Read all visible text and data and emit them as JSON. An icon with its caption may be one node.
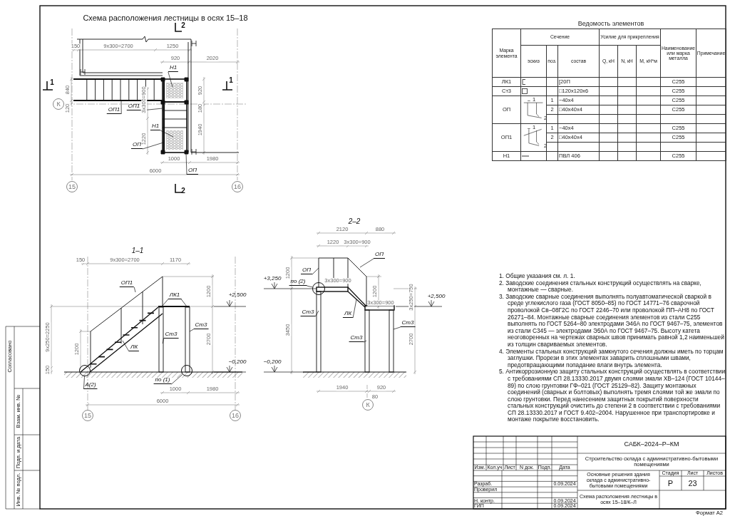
{
  "diagram": {
    "title": "Схема расположения лестницы в осях 15–18",
    "nodes": [
      {
        "text": [
          "Н1"
        ]
      },
      {
        "text": [
          "ОП1"
        ]
      },
      {
        "text": [
          "ОП1"
        ]
      },
      {
        "text": [
          "Н1"
        ]
      },
      {
        "text": [
          "ОП"
        ]
      },
      {
        "text": [
          "ОП"
        ]
      },
      {
        "text": [
          "ОП1"
        ]
      },
      {
        "text": [
          "ЛК1"
        ]
      },
      {
        "text": [
          "ЛК"
        ]
      },
      {
        "text": [
          "Ст3"
        ]
      },
      {
        "text": [
          "Ст3"
        ]
      },
      {
        "text": [
          "А(2)"
        ]
      },
      {
        "text": [
          "по (1)"
        ]
      },
      {
        "text": [
          "ОП"
        ]
      },
      {
        "text": [
          "ОП"
        ]
      },
      {
        "text": [
          "по (2)"
        ]
      },
      {
        "text": [
          "ЛК"
        ]
      },
      {
        "text": [
          "Ст3"
        ]
      },
      {
        "text": [
          "Ст3"
        ]
      },
      {
        "text": [
          "Ст3"
        ]
      },
      {
        "text": [],
        "shape": "circle"
      },
      {
        "text": [],
        "shape": "circle"
      },
      {
        "text": [],
        "shape": "circle"
      }
    ],
    "edges": [
      {
        "from": 0,
        "to": null,
        "arrow": "none"
      },
      {
        "from": 1,
        "to": null,
        "arrow": "none"
      },
      {
        "from": 2,
        "to": null,
        "arrow": "none"
      },
      {
        "from": 3,
        "to": null,
        "arrow": "none"
      },
      {
        "from": 4,
        "to": null,
        "arrow": "none"
      },
      {
        "from": 5,
        "to": null,
        "arrow": "none"
      },
      {
        "from": 6,
        "to": null,
        "arrow": "none"
      },
      {
        "from": 7,
        "to": null,
        "arrow": "none"
      },
      {
        "from": 7,
        "to": null,
        "arrow": "none"
      },
      {
        "from": 8,
        "to": null,
        "arrow": "none"
      },
      {
        "from": 9,
        "to": null,
        "arrow": "none"
      },
      {
        "from": 10,
        "to": null,
        "arrow": "none"
      },
      {
        "from": 11,
        "to": 20,
        "arrow": "none"
      },
      {
        "from": 12,
        "to": 21,
        "arrow": "none"
      },
      {
        "from": 13,
        "to": null,
        "arrow": "none"
      },
      {
        "from": 14,
        "to": null,
        "arrow": "none"
      },
      {
        "from": 15,
        "to": 22,
        "arrow": "none"
      },
      {
        "from": 16,
        "to": null,
        "arrow": "none"
      },
      {
        "from": 17,
        "to": null,
        "arrow": "none"
      },
      {
        "from": 18,
        "to": null,
        "arrow": "none"
      },
      {
        "from": 19,
        "to": null,
        "arrow": "none"
      }
    ],
    "labels": [
      "150",
      "9х300=2700",
      "1250",
      "920",
      "2020",
      "840",
      "120",
      "920",
      "180",
      "3х300=900",
      "1220",
      "1940",
      "1000",
      "1980",
      "6000",
      "15",
      "16",
      "2",
      "2",
      "1",
      "1",
      "К",
      "1–1",
      "150",
      "9х300=2700",
      "1170",
      "1200",
      "2700",
      "+2,500",
      "−0,200",
      "9х250=2250",
      "1200",
      "150",
      "1000",
      "1980",
      "6000",
      "15",
      "16",
      "2–2",
      "2120",
      "880",
      "1220",
      "3х300=900",
      "1200",
      "3х300=900",
      "1200",
      "3х250=750",
      "3х300=900",
      "3450",
      "2700",
      "+3,250",
      "−0,200",
      "+2,500",
      "1940",
      "920",
      "80",
      "К",
      "Ведомость элементов",
      "Марка элемента",
      "Сечение",
      "Усилие для прикрепления",
      "Наименование или марка металла",
      "Примечание",
      "эскиз",
      "поз.",
      "состав",
      "Q, кН",
      "N, кН",
      "M, кН*м",
      "ЛК1",
      "[20П",
      "С255",
      "Ст3",
      "□120х120х6",
      "С255",
      "ОП",
      "1",
      "2",
      "1",
      "−40х4",
      "С255",
      "2",
      "□40х40х4",
      "С255",
      "ОП1",
      "1",
      "2",
      "1",
      "−40х4",
      "С255",
      "2",
      "□40х40х4",
      "С255",
      "Н1",
      "ПВЛ 406",
      "С255",
      "1. Общие указания см. л. 1.",
      "2. Заводские соединения стальных конструкций осуществлять на сварке, монтажные — сварные.",
      "3. Заводские сварные соединения выполнять полуавтоматической сваркой в среде углекислого газа (ГОСТ 8050–85) по ГОСТ 14771–76 сварочной проволокой Св–08Г2С по ГОСТ 2246–70 или проволокой ПП–АН8 по ГОСТ 26271–84. Монтажные сварные соединения элементов из стали С255 выполнять по ГОСТ 5264–80 электродами Э46А по ГОСТ 9467–75, элементов из стали С345 — электродами Э50А по ГОСТ 9467–75. Высоту катета неоговоренных на чертежах сварных швов принимать равной 1,2 наименьшей из толщин свариваемых элементов.",
      "4. Элементы стальных конструкций замкнутого сечения должны иметь по торцам заглушки. Прорези в этих элементах заварить сплошными швами, предотвращающими попадание влаги внутрь элемента.",
      "5. Антикоррозионную защиту стальных конструкций осуществлять в соответствии с требованиями СП 28.13330.2017 двумя слоями эмали ХВ–124 (ГОСТ 10144–89) по слою грунтовки ГФ–021 (ГОСТ 25129–82). Защиту монтажных соединений (сварных и болтовых) выполнять тремя слоями той же эмали по слою грунтовки. Перед нанесением защитных покрытий поверхности стальных конструкций очистить до степени 2 в соответствии с требованиями СП 28.13330.2017 и ГОСТ 9.402–2004. Нарушенное при транспортировке и монтаже покрытие восстановить.",
      "САБК–2024–Р–КМ",
      "Строительство склада с административно-бытовыми помещениями",
      "Изм.",
      "Кол.уч",
      "Лист",
      "N док.",
      "Подп.",
      "Дата",
      "Основные решения здания склада с административно-бытовыми помещениями",
      "Стадия",
      "Лист",
      "Листов",
      "Разраб.",
      "0.09.2024",
      "Проверил",
      "Р",
      "23",
      "Н. контр.",
      "0.09.2024",
      "ГИП",
      "0.09.2024",
      "Схема расположения лестницы в осях 15–18/К–Л",
      "Согласовано",
      "Взам. инв. №",
      "Подп. и дата",
      "Инв. № подл.",
      "Формат А2"
    ]
  }
}
